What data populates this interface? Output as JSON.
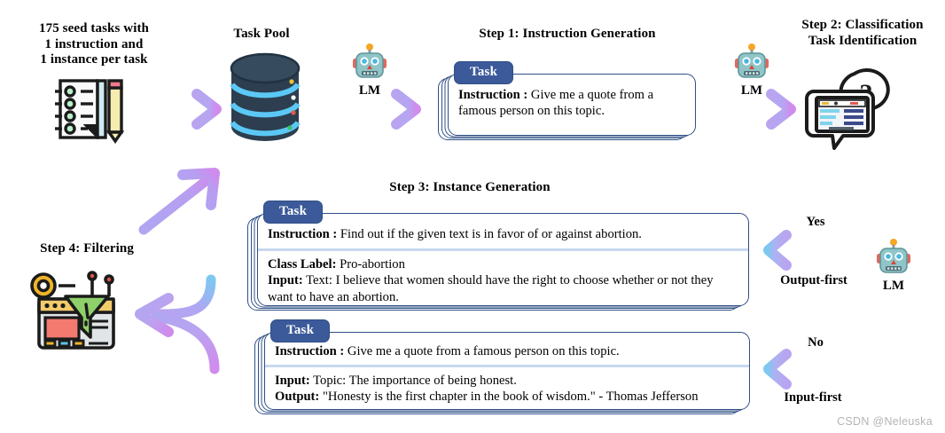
{
  "watermark": "CSDN @Neleuska",
  "seed": {
    "title_l1": "175 seed tasks with",
    "title_l2": "1 instruction and",
    "title_l3": "1 instance per task",
    "icon": "notebook-pencil-icon"
  },
  "task_pool": {
    "title": "Task Pool",
    "icon": "database-cylinder-icon"
  },
  "lm1": {
    "label": "LM",
    "icon": "robot-icon"
  },
  "lm2": {
    "label": "LM",
    "icon": "robot-icon"
  },
  "lm3": {
    "label": "LM",
    "icon": "robot-icon"
  },
  "step1": {
    "title": "Step 1: Instruction Generation",
    "badge": "Task",
    "instruction_label": "Instruction :",
    "instruction_text": "Give me a quote from a famous person on this topic."
  },
  "step2": {
    "title_l1": "Step 2: Classification",
    "title_l2": "Task Identification",
    "icon": "classification-question-icon"
  },
  "step3": {
    "title": "Step 3: Instance Generation",
    "card_a": {
      "badge": "Task",
      "instruction_label": "Instruction :",
      "instruction_text": "Find out if the given text is in favor of or against abortion.",
      "class_label_label": "Class Label:",
      "class_label_value": "Pro-abortion",
      "input_label": "Input:",
      "input_value": "Text: I believe that women should have the right to choose whether or not they want to have an abortion."
    },
    "card_b": {
      "badge": "Task",
      "instruction_label": "Instruction :",
      "instruction_text": "Give me a quote from a famous person on this topic.",
      "input_label": "Input:",
      "input_value": "Topic: The importance of being honest.",
      "output_label": "Output:",
      "output_value": "\"Honesty is the first chapter in the book of wisdom.\" - Thomas Jefferson"
    }
  },
  "step4": {
    "title": "Step 4: Filtering",
    "icon": "funnel-filter-icon"
  },
  "branches": {
    "yes": "Yes",
    "output_first": "Output-first",
    "no": "No",
    "input_first": "Input-first"
  },
  "colors": {
    "badge_blue": "#3c5a9a",
    "card_border": "#2f4f86",
    "arrow_blue": "#7ec8f0",
    "arrow_purple": "#b9a4f0",
    "arrow_magenta": "#cf8ced",
    "db_dark": "#2c3e4f",
    "db_band": "#5bc8f5"
  }
}
